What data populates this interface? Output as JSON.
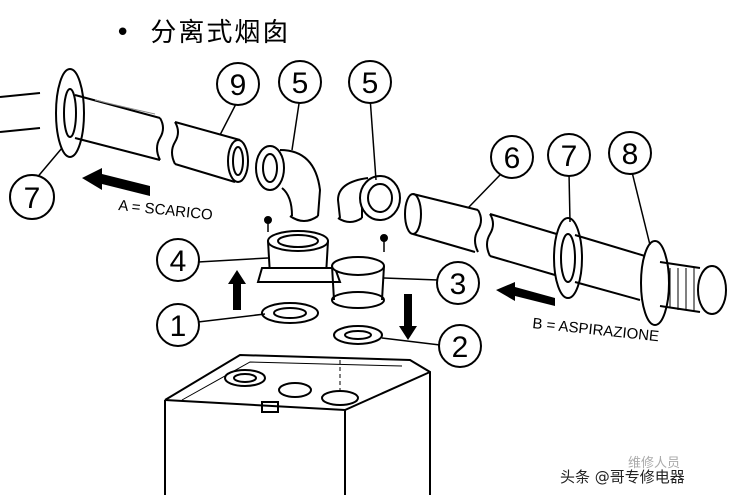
{
  "title": {
    "bullet": "•",
    "text": "分离式烟囱"
  },
  "flow_labels": {
    "exhaust": "A = SCARICO",
    "intake": "B = ASPIRAZIONE"
  },
  "callouts": {
    "c9": "9",
    "c5a": "5",
    "c5b": "5",
    "c6": "6",
    "c7r": "7",
    "c8": "8",
    "c7l": "7",
    "c4": "4",
    "c3": "3",
    "c1": "1",
    "c2": "2"
  },
  "watermark": {
    "faded": "维修人员",
    "text": "头条 @哥专修电器"
  }
}
